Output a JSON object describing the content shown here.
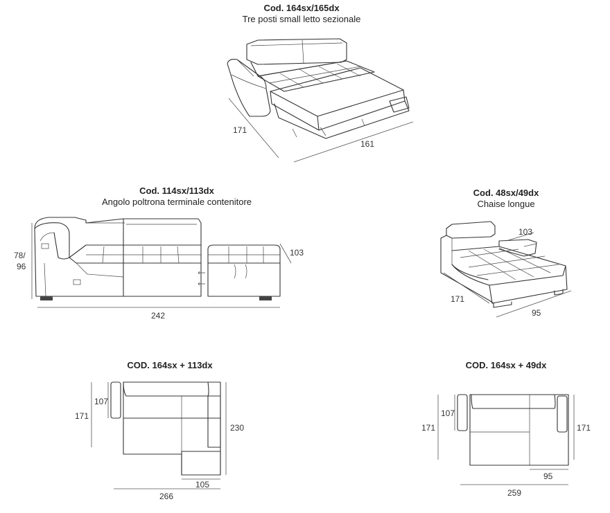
{
  "products": [
    {
      "code": "Cod. 164sx/165dx",
      "name": "Tre posti small letto sezionale",
      "dims": [
        "171",
        "161"
      ]
    },
    {
      "code": "Cod. 114sx/113dx",
      "name": "Angolo poltrona terminale contenitore",
      "dims": [
        "78/",
        "96",
        "103",
        "242"
      ]
    },
    {
      "code": "Cod. 48sx/49dx",
      "name": "Chaise longue",
      "dims": [
        "103",
        "171",
        "95"
      ]
    }
  ],
  "compositions": [
    {
      "code": "COD. 164sx + 113dx",
      "dims": [
        "107",
        "171",
        "230",
        "105",
        "266"
      ]
    },
    {
      "code": "COD. 164sx + 49dx",
      "dims": [
        "107",
        "171",
        "171",
        "95",
        "259"
      ]
    }
  ]
}
